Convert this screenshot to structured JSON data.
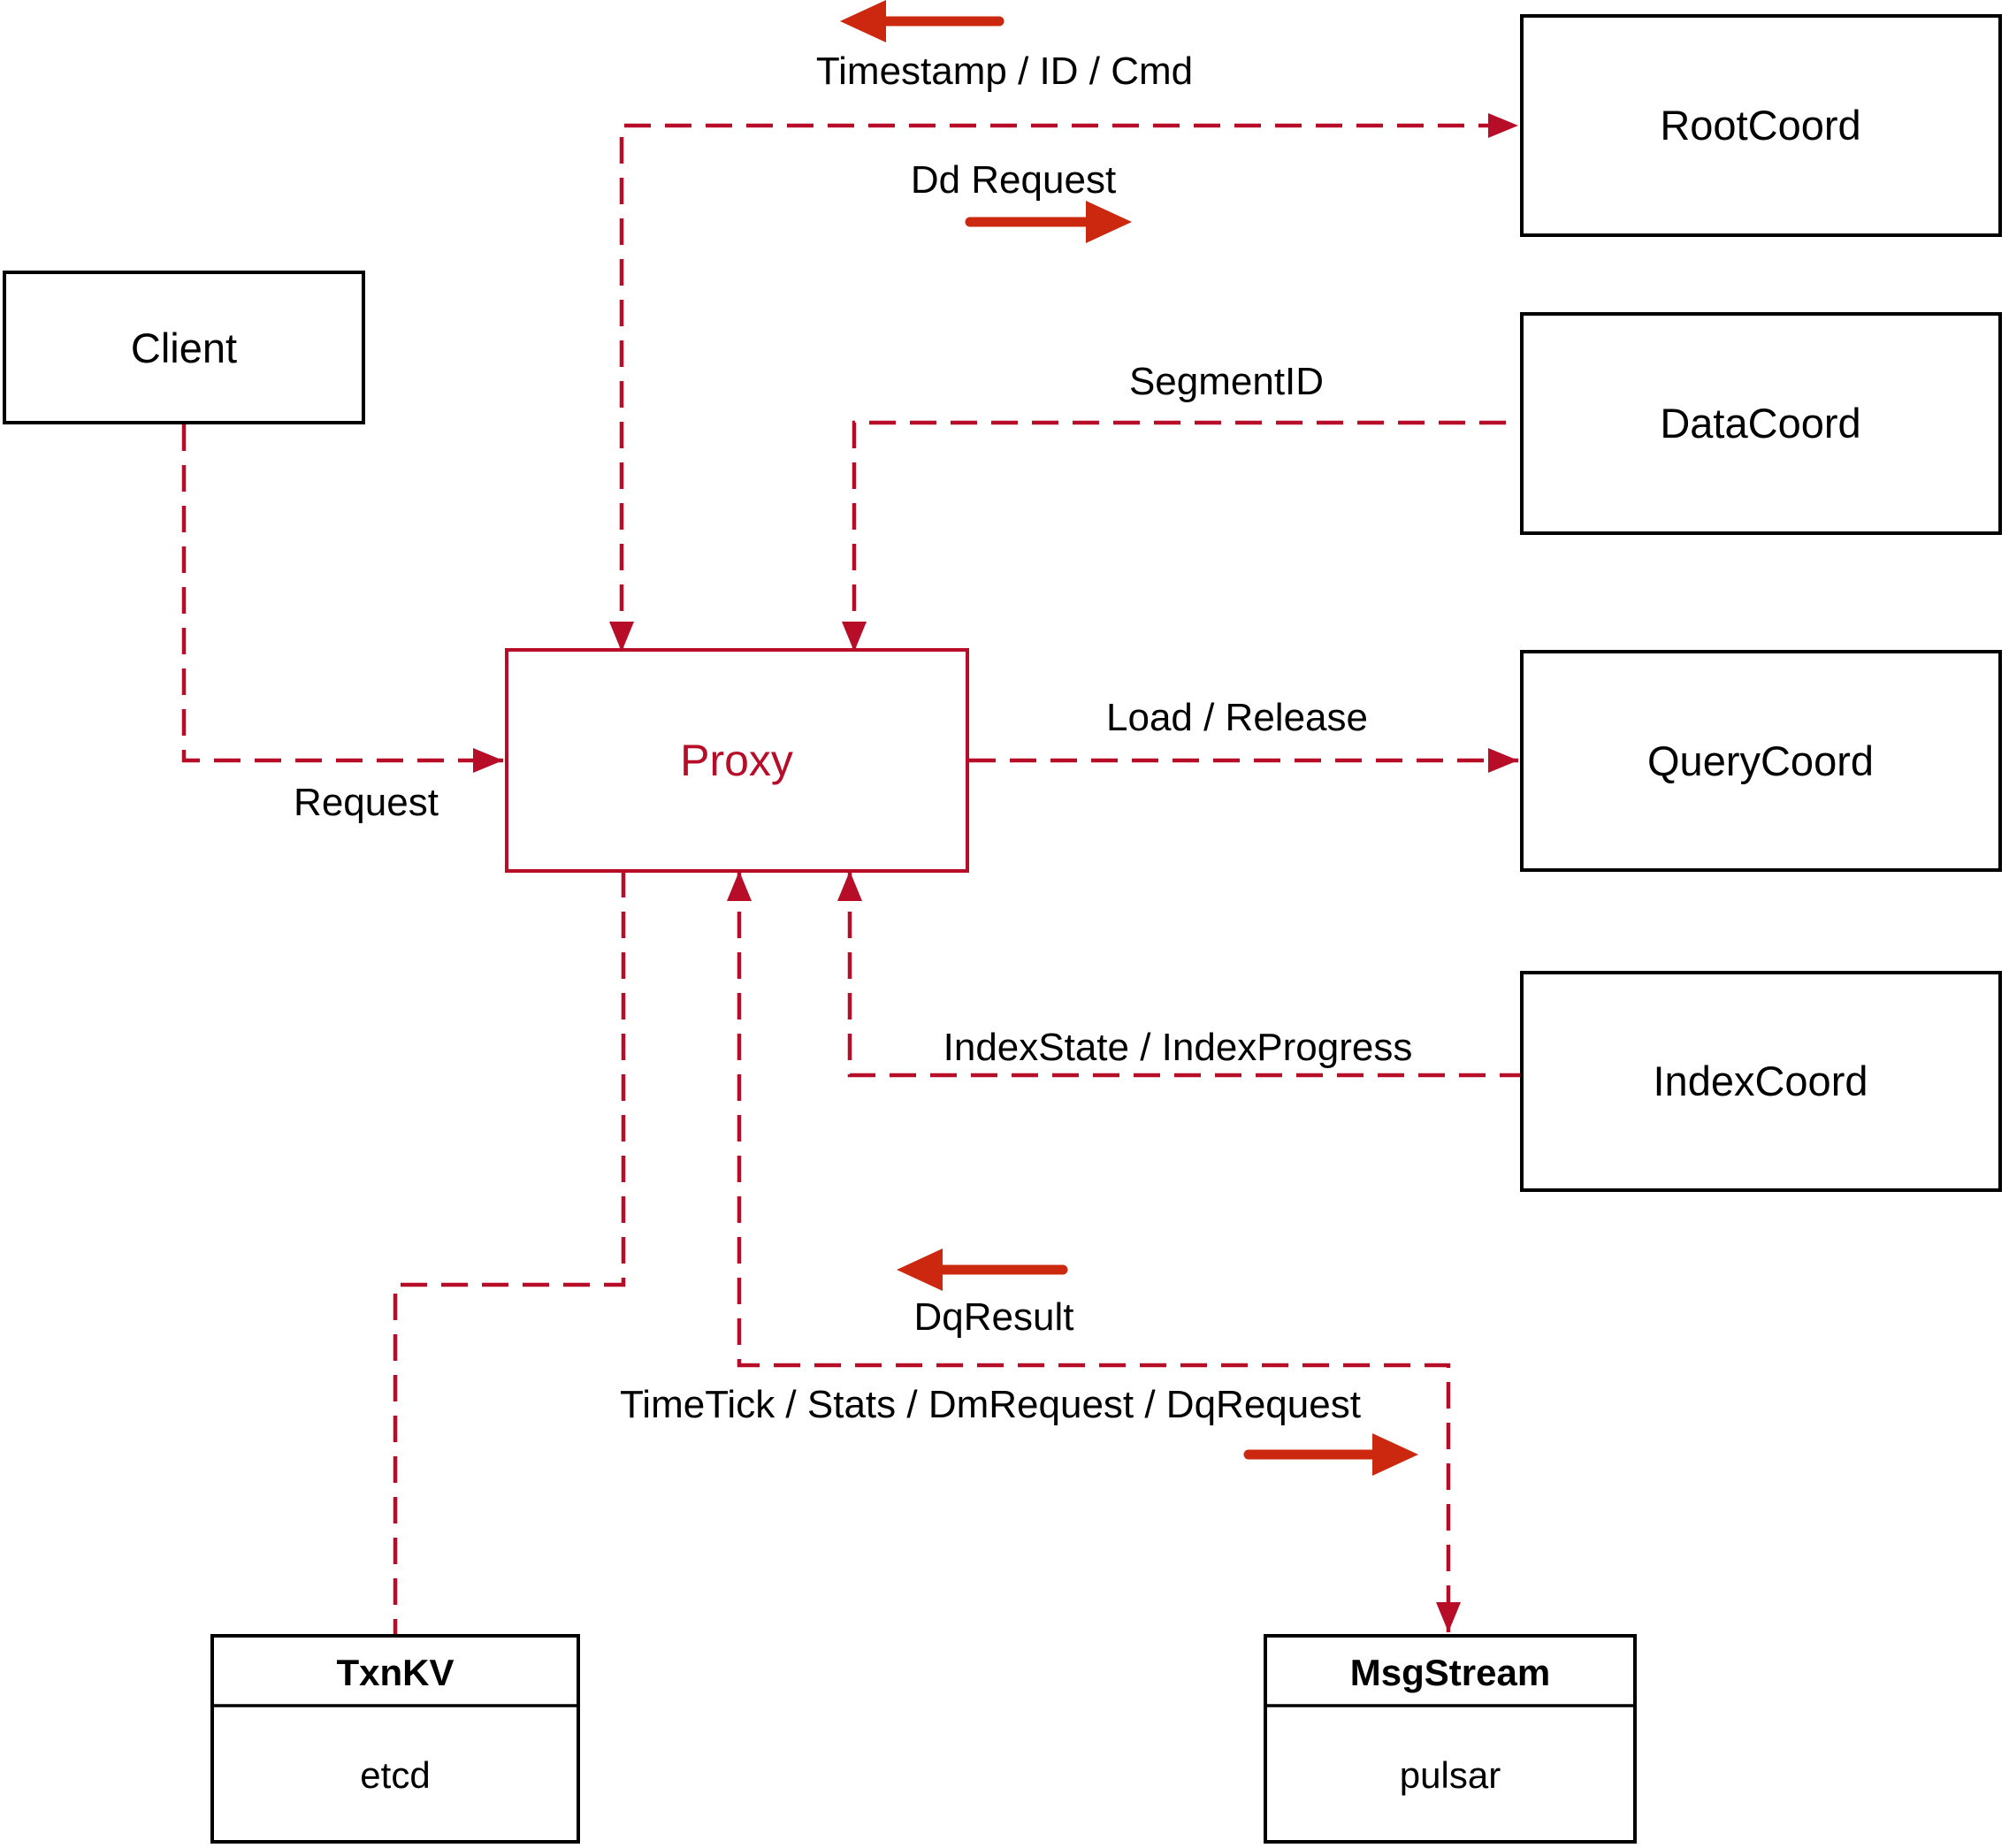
{
  "diagram": {
    "nodes": {
      "client": {
        "label": "Client"
      },
      "rootcoord": {
        "label": "RootCoord"
      },
      "datacoord": {
        "label": "DataCoord"
      },
      "querycoord": {
        "label": "QueryCoord"
      },
      "indexcoord": {
        "label": "IndexCoord"
      },
      "proxy": {
        "label": "Proxy"
      },
      "txnkv": {
        "title": "TxnKV",
        "impl": "etcd"
      },
      "msgstream": {
        "title": "MsgStream",
        "impl": "pulsar"
      }
    },
    "edge_labels": {
      "timestamp": "Timestamp / ID / Cmd",
      "dd_request": "Dd Request",
      "segment_id": "SegmentID",
      "request": "Request",
      "load_release": "Load / Release",
      "index_state": "IndexState / IndexProgress",
      "dq_result": "DqResult",
      "time_tick": "TimeTick / Stats / DmRequest / DqRequest"
    },
    "colors": {
      "edge": "#b70d28",
      "arrow": "#cc2810",
      "box_border": "#000000",
      "text": "#000000"
    }
  }
}
